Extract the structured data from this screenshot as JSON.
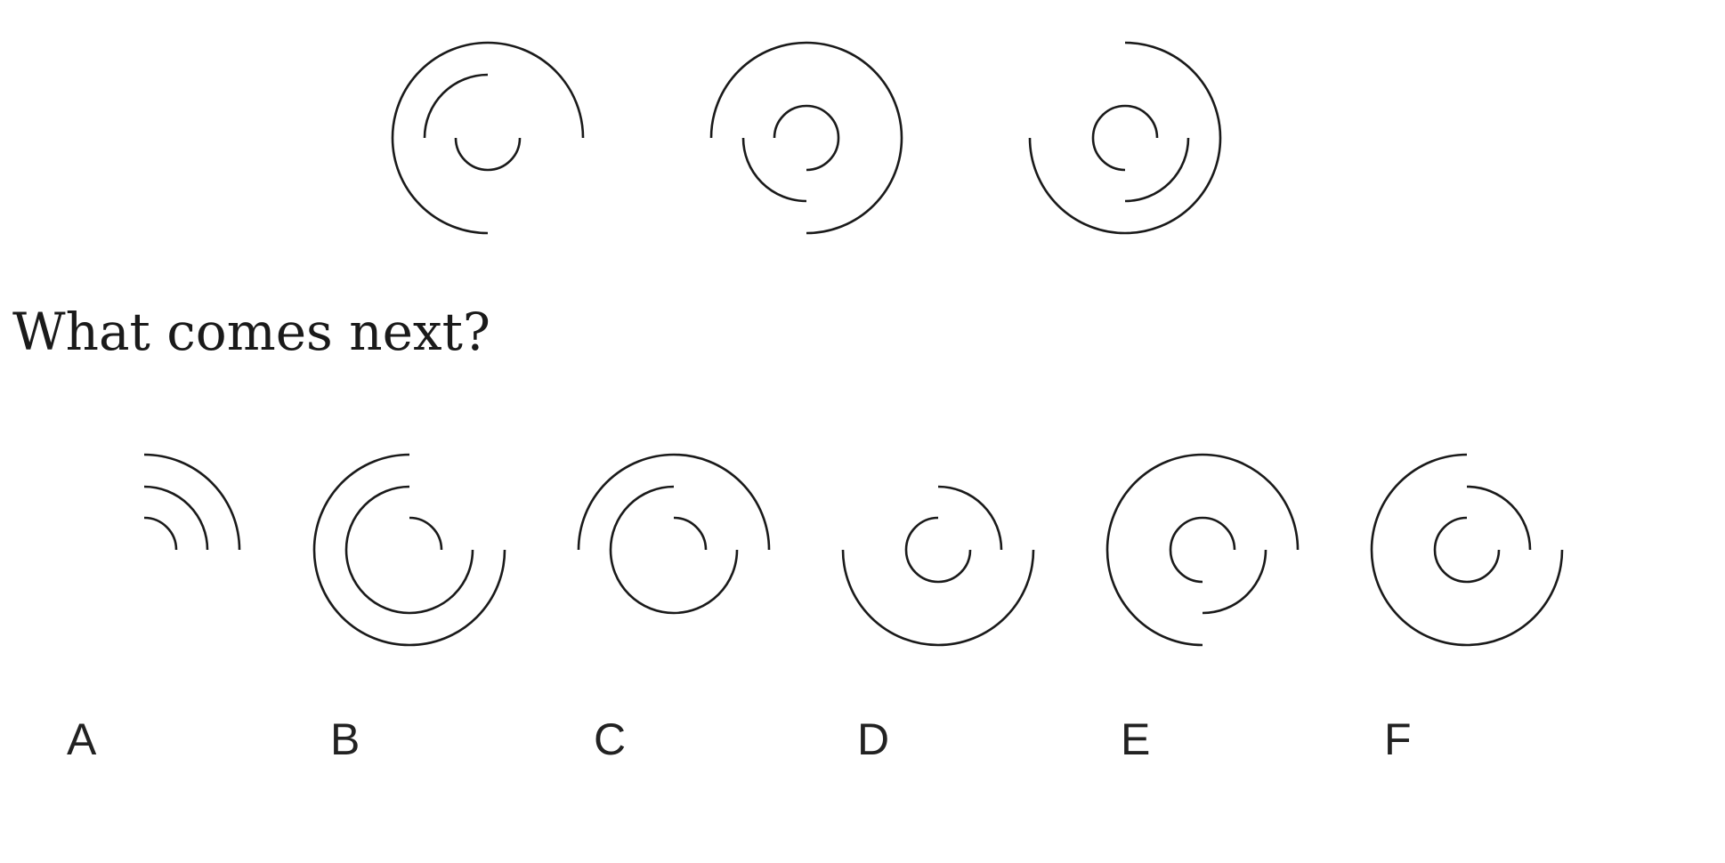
{
  "question": "What comes next?",
  "sequence": [
    {
      "rings": [
        {
          "ring": "outer",
          "arc_from_deg": 90,
          "arc_to_deg": 360
        },
        {
          "ring": "middle",
          "arc_from_deg": 180,
          "arc_to_deg": 270
        },
        {
          "ring": "inner",
          "arc_from_deg": 0,
          "arc_to_deg": 180
        }
      ]
    },
    {
      "rings": [
        {
          "ring": "outer",
          "arc_from_deg": 180,
          "arc_to_deg": 90
        },
        {
          "ring": "middle",
          "arc_from_deg": 90,
          "arc_to_deg": 180
        },
        {
          "ring": "inner",
          "arc_from_deg": 180,
          "arc_to_deg": 90
        }
      ]
    },
    {
      "rings": [
        {
          "ring": "outer",
          "arc_from_deg": 270,
          "arc_to_deg": 180
        },
        {
          "ring": "middle",
          "arc_from_deg": 0,
          "arc_to_deg": 90
        },
        {
          "ring": "inner",
          "arc_from_deg": 90,
          "arc_to_deg": 0
        }
      ]
    }
  ],
  "options": [
    {
      "label": "A",
      "rings": [
        {
          "ring": "outer",
          "arc_from_deg": 270,
          "arc_to_deg": 0
        },
        {
          "ring": "middle",
          "arc_from_deg": 270,
          "arc_to_deg": 0
        },
        {
          "ring": "inner",
          "arc_from_deg": 270,
          "arc_to_deg": 0
        }
      ]
    },
    {
      "label": "B",
      "rings": [
        {
          "ring": "outer",
          "arc_from_deg": 0,
          "arc_to_deg": 270
        },
        {
          "ring": "middle",
          "arc_from_deg": 0,
          "arc_to_deg": 270
        },
        {
          "ring": "inner",
          "arc_from_deg": 270,
          "arc_to_deg": 0
        }
      ]
    },
    {
      "label": "C",
      "rings": [
        {
          "ring": "outer",
          "arc_from_deg": 180,
          "arc_to_deg": 0
        },
        {
          "ring": "middle",
          "arc_from_deg": 0,
          "arc_to_deg": 270
        },
        {
          "ring": "inner",
          "arc_from_deg": 270,
          "arc_to_deg": 0
        }
      ]
    },
    {
      "label": "D",
      "rings": [
        {
          "ring": "outer",
          "arc_from_deg": 0,
          "arc_to_deg": 180
        },
        {
          "ring": "middle",
          "arc_from_deg": 270,
          "arc_to_deg": 0
        },
        {
          "ring": "inner",
          "arc_from_deg": 0,
          "arc_to_deg": 270
        }
      ]
    },
    {
      "label": "E",
      "rings": [
        {
          "ring": "outer",
          "arc_from_deg": 90,
          "arc_to_deg": 0
        },
        {
          "ring": "middle",
          "arc_from_deg": 0,
          "arc_to_deg": 90
        },
        {
          "ring": "inner",
          "arc_from_deg": 90,
          "arc_to_deg": 0
        }
      ]
    },
    {
      "label": "F",
      "rings": [
        {
          "ring": "outer",
          "arc_from_deg": 0,
          "arc_to_deg": 270
        },
        {
          "ring": "middle",
          "arc_from_deg": 270,
          "arc_to_deg": 0
        },
        {
          "ring": "inner",
          "arc_from_deg": 0,
          "arc_to_deg": 270
        }
      ]
    }
  ],
  "colors": {
    "stroke": "#1a1a1a",
    "background": "#ffffff"
  }
}
